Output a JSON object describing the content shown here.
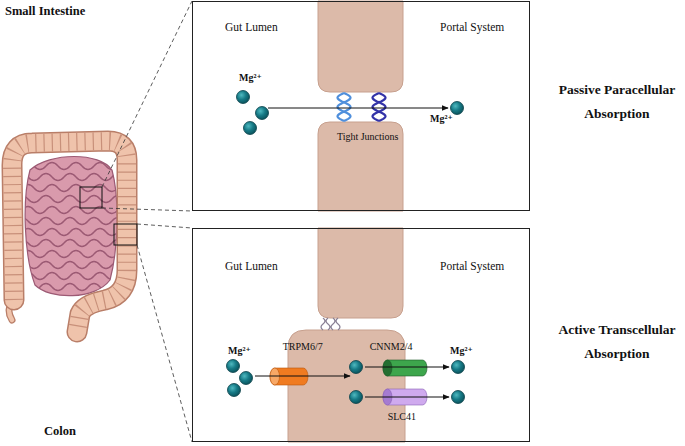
{
  "diagram": {
    "nodes": [
      {
        "text": [
          "Gut Lumen",
          "Portal System"
        ]
      },
      {
        "text": [
          "Tight Junctions"
        ],
        "in": 0
      },
      {
        "text": [
          "Gut Lumen",
          "Portal System"
        ]
      },
      {
        "text": [
          "TRPM6/7"
        ],
        "in": 2
      },
      {
        "text": [
          "CNNM2/4"
        ],
        "in": 2
      },
      {
        "text": [
          "SLC41"
        ],
        "in": 2
      }
    ],
    "labels": [
      "Small Intestine",
      "Mg²⁺",
      "Mg²⁺",
      "Passive Paracellular Absorption",
      "Mg²⁺",
      "Mg²⁺",
      "Active Transcellular Absorption",
      "Colon"
    ]
  }
}
